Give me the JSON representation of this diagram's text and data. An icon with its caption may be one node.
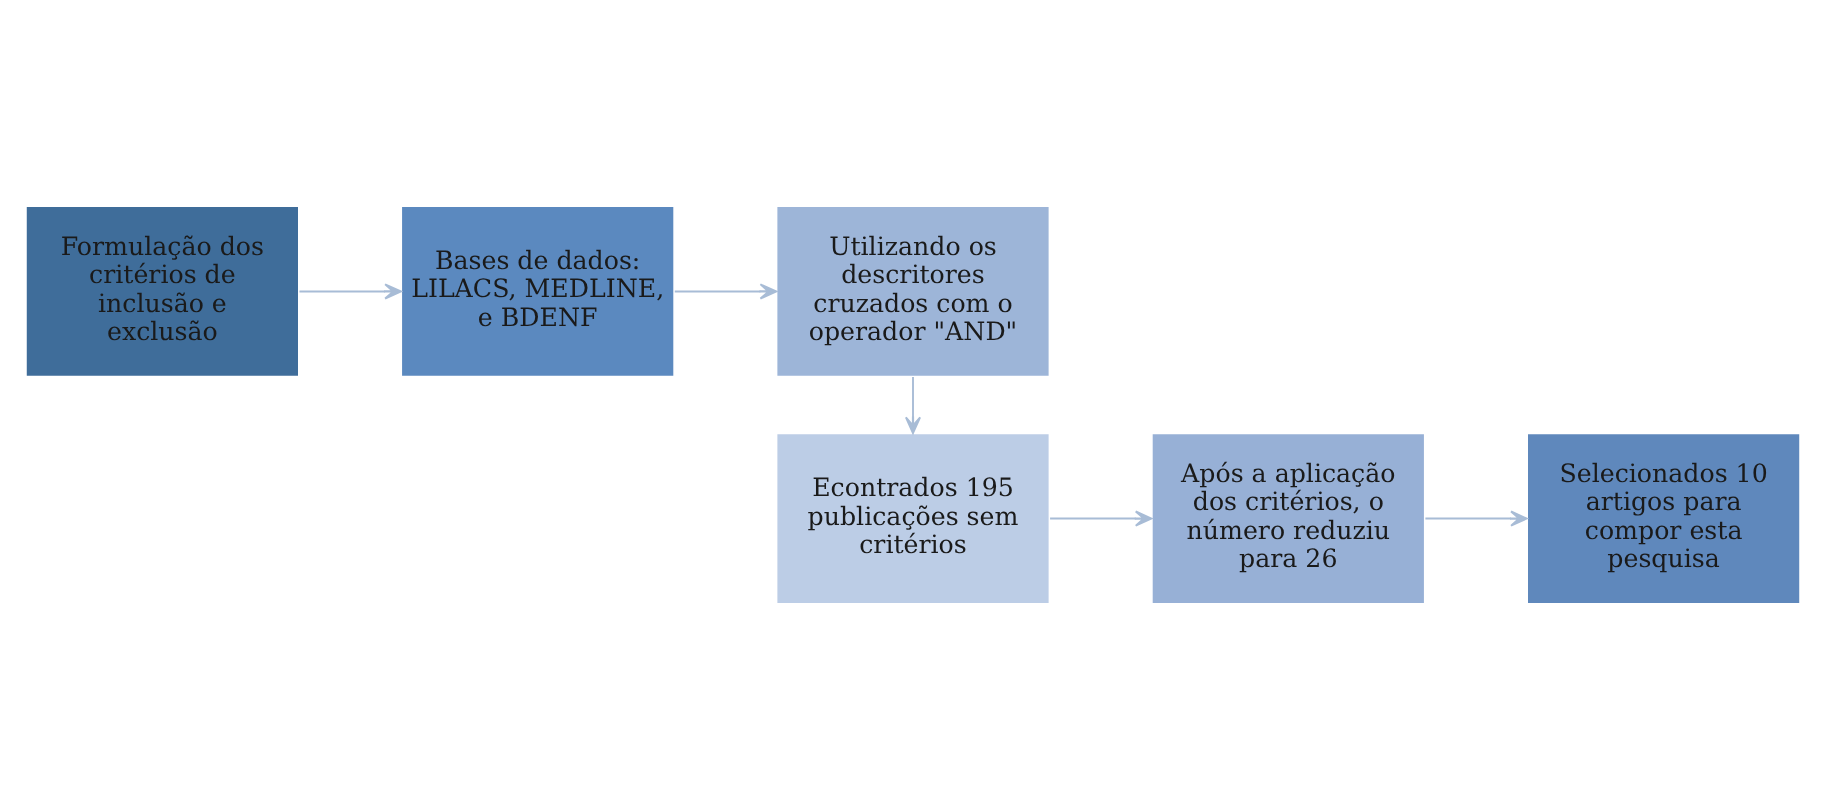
{
  "diagram": {
    "nodes": [
      {
        "text": [
          "Formulação dos critérios de inclusão e exclusão"
        ]
      },
      {
        "text": [
          "Bases de dados: LILACS, MEDLINE, e BDENF"
        ]
      },
      {
        "text": [
          "Utilizando os descritores cruzados com o operador \"AND\""
        ]
      },
      {
        "text": [
          "Econtrados 195 publicações sem critérios"
        ]
      },
      {
        "text": [
          "Após a aplicação dos critérios, o número reduziu para 26"
        ]
      },
      {
        "text": [
          "Selecionados 10 artigos para compor esta pesquisa"
        ]
      }
    ],
    "edges": [
      {
        "from": 0,
        "to": 1,
        "arrow": "to"
      },
      {
        "from": 1,
        "to": 2,
        "arrow": "to"
      },
      {
        "from": 2,
        "to": 3,
        "arrow": "to"
      },
      {
        "from": 3,
        "to": 4,
        "arrow": "to"
      },
      {
        "from": 4,
        "to": 5,
        "arrow": "to"
      }
    ]
  }
}
